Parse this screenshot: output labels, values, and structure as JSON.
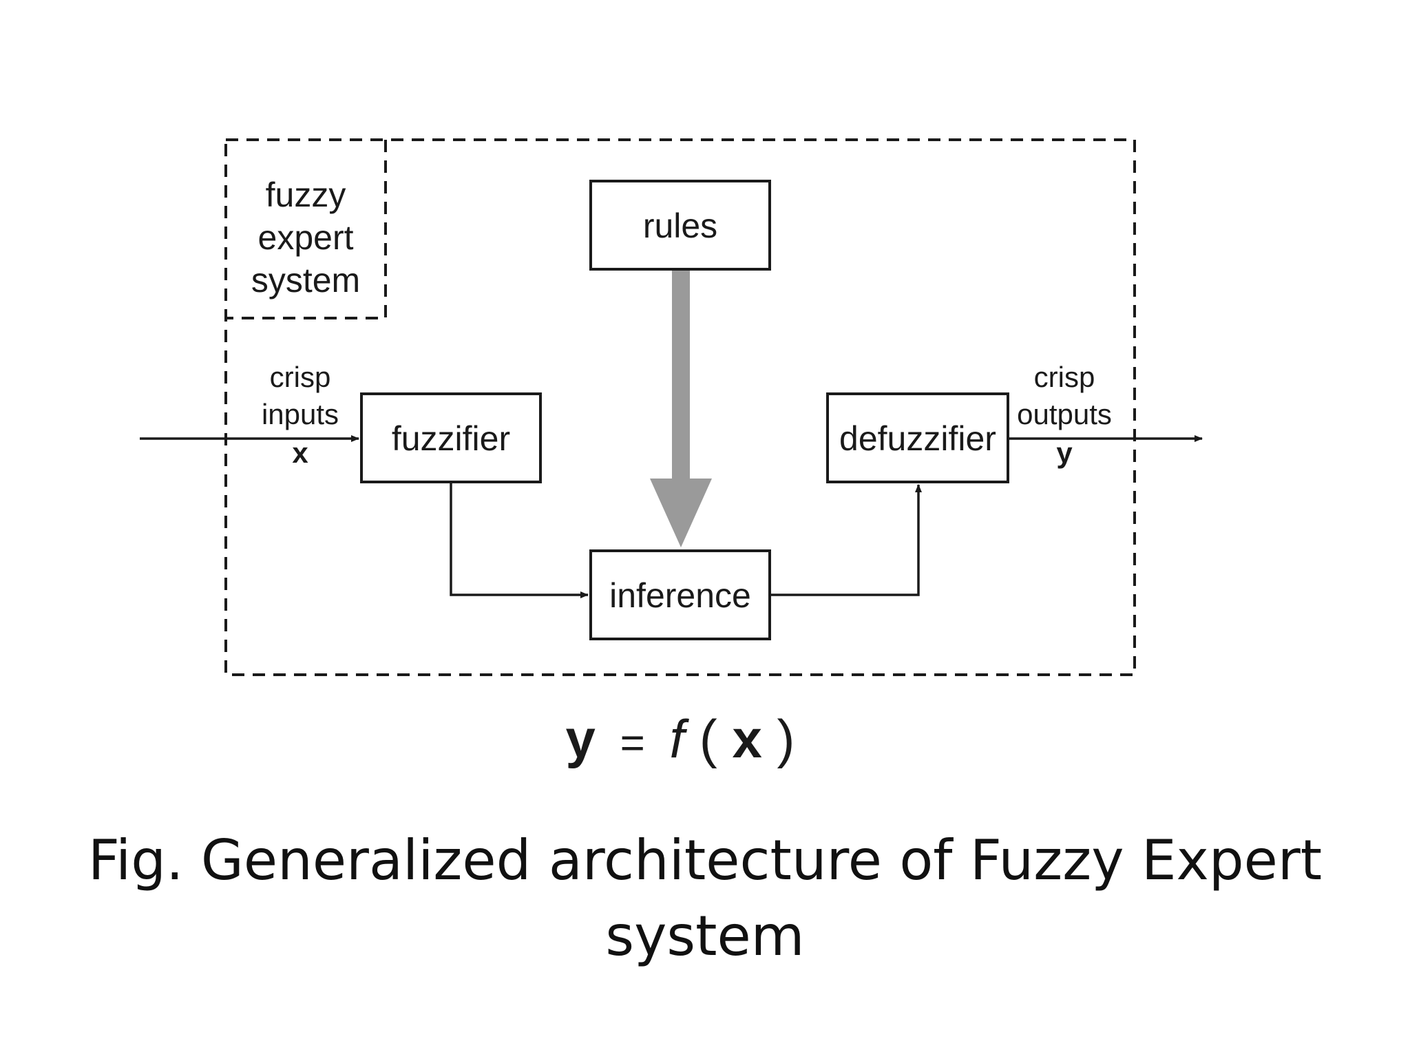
{
  "diagram": {
    "system_label": [
      "fuzzy",
      "expert",
      "system"
    ],
    "blocks": {
      "rules": "rules",
      "fuzzifier": "fuzzifier",
      "inference": "inference",
      "defuzzifier": "defuzzifier"
    },
    "input_label": {
      "lines": [
        "crisp",
        "inputs"
      ],
      "variable": "x"
    },
    "output_label": {
      "lines": [
        "crisp",
        "outputs"
      ],
      "variable": "y"
    },
    "equation": {
      "lhs": "y",
      "eq": "=",
      "func": "f",
      "open": "(",
      "arg": "x",
      "close": ")"
    },
    "colors": {
      "stroke": "#1a1a1a",
      "rules_arrow": "#9a9a9a"
    }
  },
  "caption": {
    "line1": "Fig. Generalized architecture of Fuzzy Expert",
    "line2": "system"
  }
}
